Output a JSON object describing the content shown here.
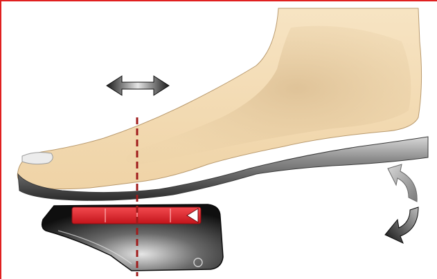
{
  "diagram": {
    "kind": "foot-on-insole-illustration",
    "elements": [
      "frame",
      "foot",
      "insole",
      "heel-cup-mechanism",
      "red-heel-pad",
      "alignment-axis",
      "horizontal-double-arrow-icon",
      "rotation-arrows-icon"
    ]
  },
  "colors": {
    "frame_border": "#e02020",
    "foot_fill": "#f3ddb5",
    "foot_shadow": "#d8b98a",
    "foot_outline": "#b99a6e",
    "insole_dark": "#3a3a3a",
    "insole_mid": "#8a8a8a",
    "insole_light": "#d6d6d6",
    "mechanism_dark": "#111111",
    "mechanism_light": "#bdbdbd",
    "pad_red": "#e3242b",
    "axis_red": "#a01c1c",
    "arrow_dark": "#1a1a1a",
    "arrow_light": "#cfcfcf"
  }
}
